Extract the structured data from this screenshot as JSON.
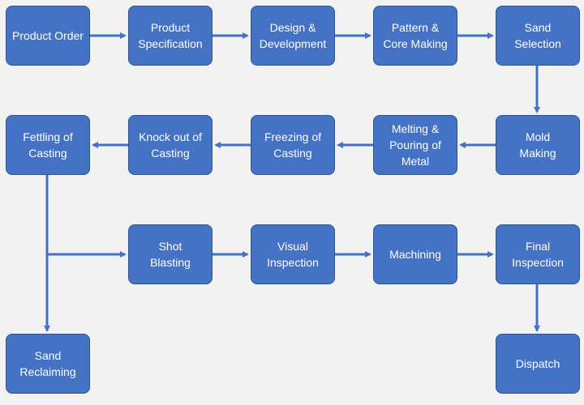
{
  "nodes": {
    "product_order": "Product Order",
    "product_specification": "Product\nSpecification",
    "design_development": "Design &\nDevelopment",
    "pattern_core_making": "Pattern &\nCore Making",
    "sand_selection": "Sand\nSelection",
    "mold_making": "Mold\nMaking",
    "melting_pouring": "Melting &\nPouring of\nMetal",
    "freezing_casting": "Freezing of\nCasting",
    "knock_out_casting": "Knock out of\nCasting",
    "fettling_casting": "Fettling of\nCasting",
    "shot_blasting": "Shot\nBlasting",
    "visual_inspection": "Visual\nInspection",
    "machining": "Machining",
    "final_inspection": "Final\nInspection",
    "sand_reclaiming": "Sand\nReclaiming",
    "dispatch": "Dispatch"
  },
  "colors": {
    "node_fill": "#4472c4",
    "node_border": "#2f5597",
    "arrow": "#4472c4",
    "background": "#f2f2f2"
  }
}
